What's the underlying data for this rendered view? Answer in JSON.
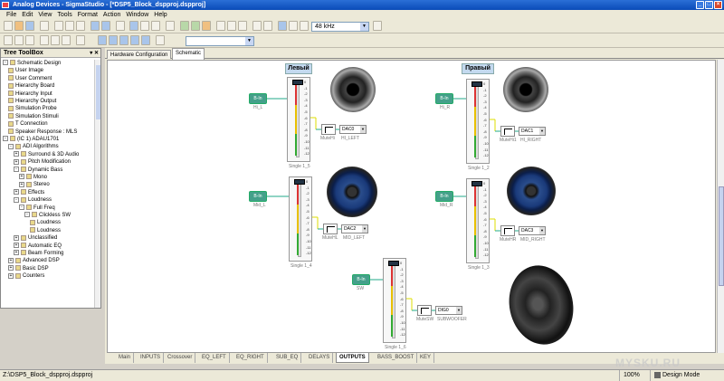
{
  "window": {
    "title": "Analog Devices - SigmaStudio - [*DSP5_Block_dspproj.dspproj]"
  },
  "menu": [
    "File",
    "Edit",
    "View",
    "Tools",
    "Format",
    "Action",
    "Window",
    "Help"
  ],
  "toolbar": {
    "sample_rate": "48 kHz"
  },
  "toolbox": {
    "title": "Tree ToolBox",
    "items": [
      {
        "label": "Schematic Design",
        "exp": "-"
      },
      {
        "label": "User Image"
      },
      {
        "label": "User Comment"
      },
      {
        "label": "Hierarchy Board"
      },
      {
        "label": "Hierarchy Input"
      },
      {
        "label": "Hierarchy Output"
      },
      {
        "label": "Simulation Probe"
      },
      {
        "label": "Simulation Stimuli"
      },
      {
        "label": "T Connection"
      },
      {
        "label": "Speaker Response : MLS"
      },
      {
        "label": "(IC 1) ADAU1701",
        "exp": "-"
      },
      {
        "label": "ADI Algorithms",
        "exp": "-"
      },
      {
        "label": "Surround & 3D Audio",
        "exp": "+"
      },
      {
        "label": "Pitch Modification",
        "exp": "+"
      },
      {
        "label": "Dynamic Bass",
        "exp": "-"
      },
      {
        "label": "Mono",
        "exp": "+"
      },
      {
        "label": "Stereo",
        "exp": "+"
      },
      {
        "label": "Effects",
        "exp": "+"
      },
      {
        "label": "Loudness",
        "exp": "-"
      },
      {
        "label": "Full Freq",
        "exp": "-"
      },
      {
        "label": "Clickless SW",
        "exp": "-"
      },
      {
        "label": "Loudness"
      },
      {
        "label": "Loudness"
      },
      {
        "label": "Unclassified",
        "exp": "+"
      },
      {
        "label": "Automatic EQ",
        "exp": "+"
      },
      {
        "label": "Beam Forming",
        "exp": "+"
      },
      {
        "label": "Advanced DSP",
        "exp": "+"
      },
      {
        "label": "Basic DSP",
        "exp": "+"
      },
      {
        "label": "Counters",
        "exp": "+"
      }
    ]
  },
  "doc_tabs": [
    {
      "label": "Hardware Configuration"
    },
    {
      "label": "Schematic"
    }
  ],
  "schematic": {
    "left_label": "Левый",
    "right_label": "Правый",
    "slider_ticks": [
      "0",
      "-1",
      "-2",
      "-3",
      "-4",
      "-5",
      "-6",
      "-7",
      "-8",
      "-9",
      "-10",
      "-11",
      "-12"
    ],
    "blocks": [
      {
        "input": "Hi_L",
        "input_text": "B-In",
        "slider": "Single 1_5",
        "mute": "MuteHi",
        "dac": "DAC0",
        "dac_label": "HI_LEFT"
      },
      {
        "input": "Hi_R",
        "input_text": "B-In",
        "slider": "Single 1_2",
        "mute": "MuteHi1",
        "dac": "DAC1",
        "dac_label": "HI_RIGHT"
      },
      {
        "input": "Mid_L",
        "input_text": "B-In",
        "slider": "Single 1_4",
        "mute": "MuteHL",
        "dac": "DAC2",
        "dac_label": "MID_LEFT"
      },
      {
        "input": "Mid_R",
        "input_text": "B-In",
        "slider": "Single 1_3",
        "mute": "MuteHR",
        "dac": "DAC3",
        "dac_label": "MID_RIGHT"
      },
      {
        "input": "SW",
        "input_text": "B-In",
        "slider": "Single 1_6",
        "mute": "MuteSW",
        "dac": "DIG0",
        "dac_label": "SUBWOOFER"
      }
    ]
  },
  "bottom_tabs": [
    "Main",
    "INPUTS",
    "Crossover",
    "EQ_LEFT",
    "EQ_RIGHT",
    "SUB_EQ",
    "DELAYS",
    "OUTPUTS",
    "BASS_BOOST",
    "KEY"
  ],
  "active_bottom_tab": "OUTPUTS",
  "status": {
    "path": "Z:\\DSP5_Block_dspproj.dspproj",
    "zoom": "100%",
    "mode": "Design Mode"
  },
  "watermark": "MYSKU.RU"
}
